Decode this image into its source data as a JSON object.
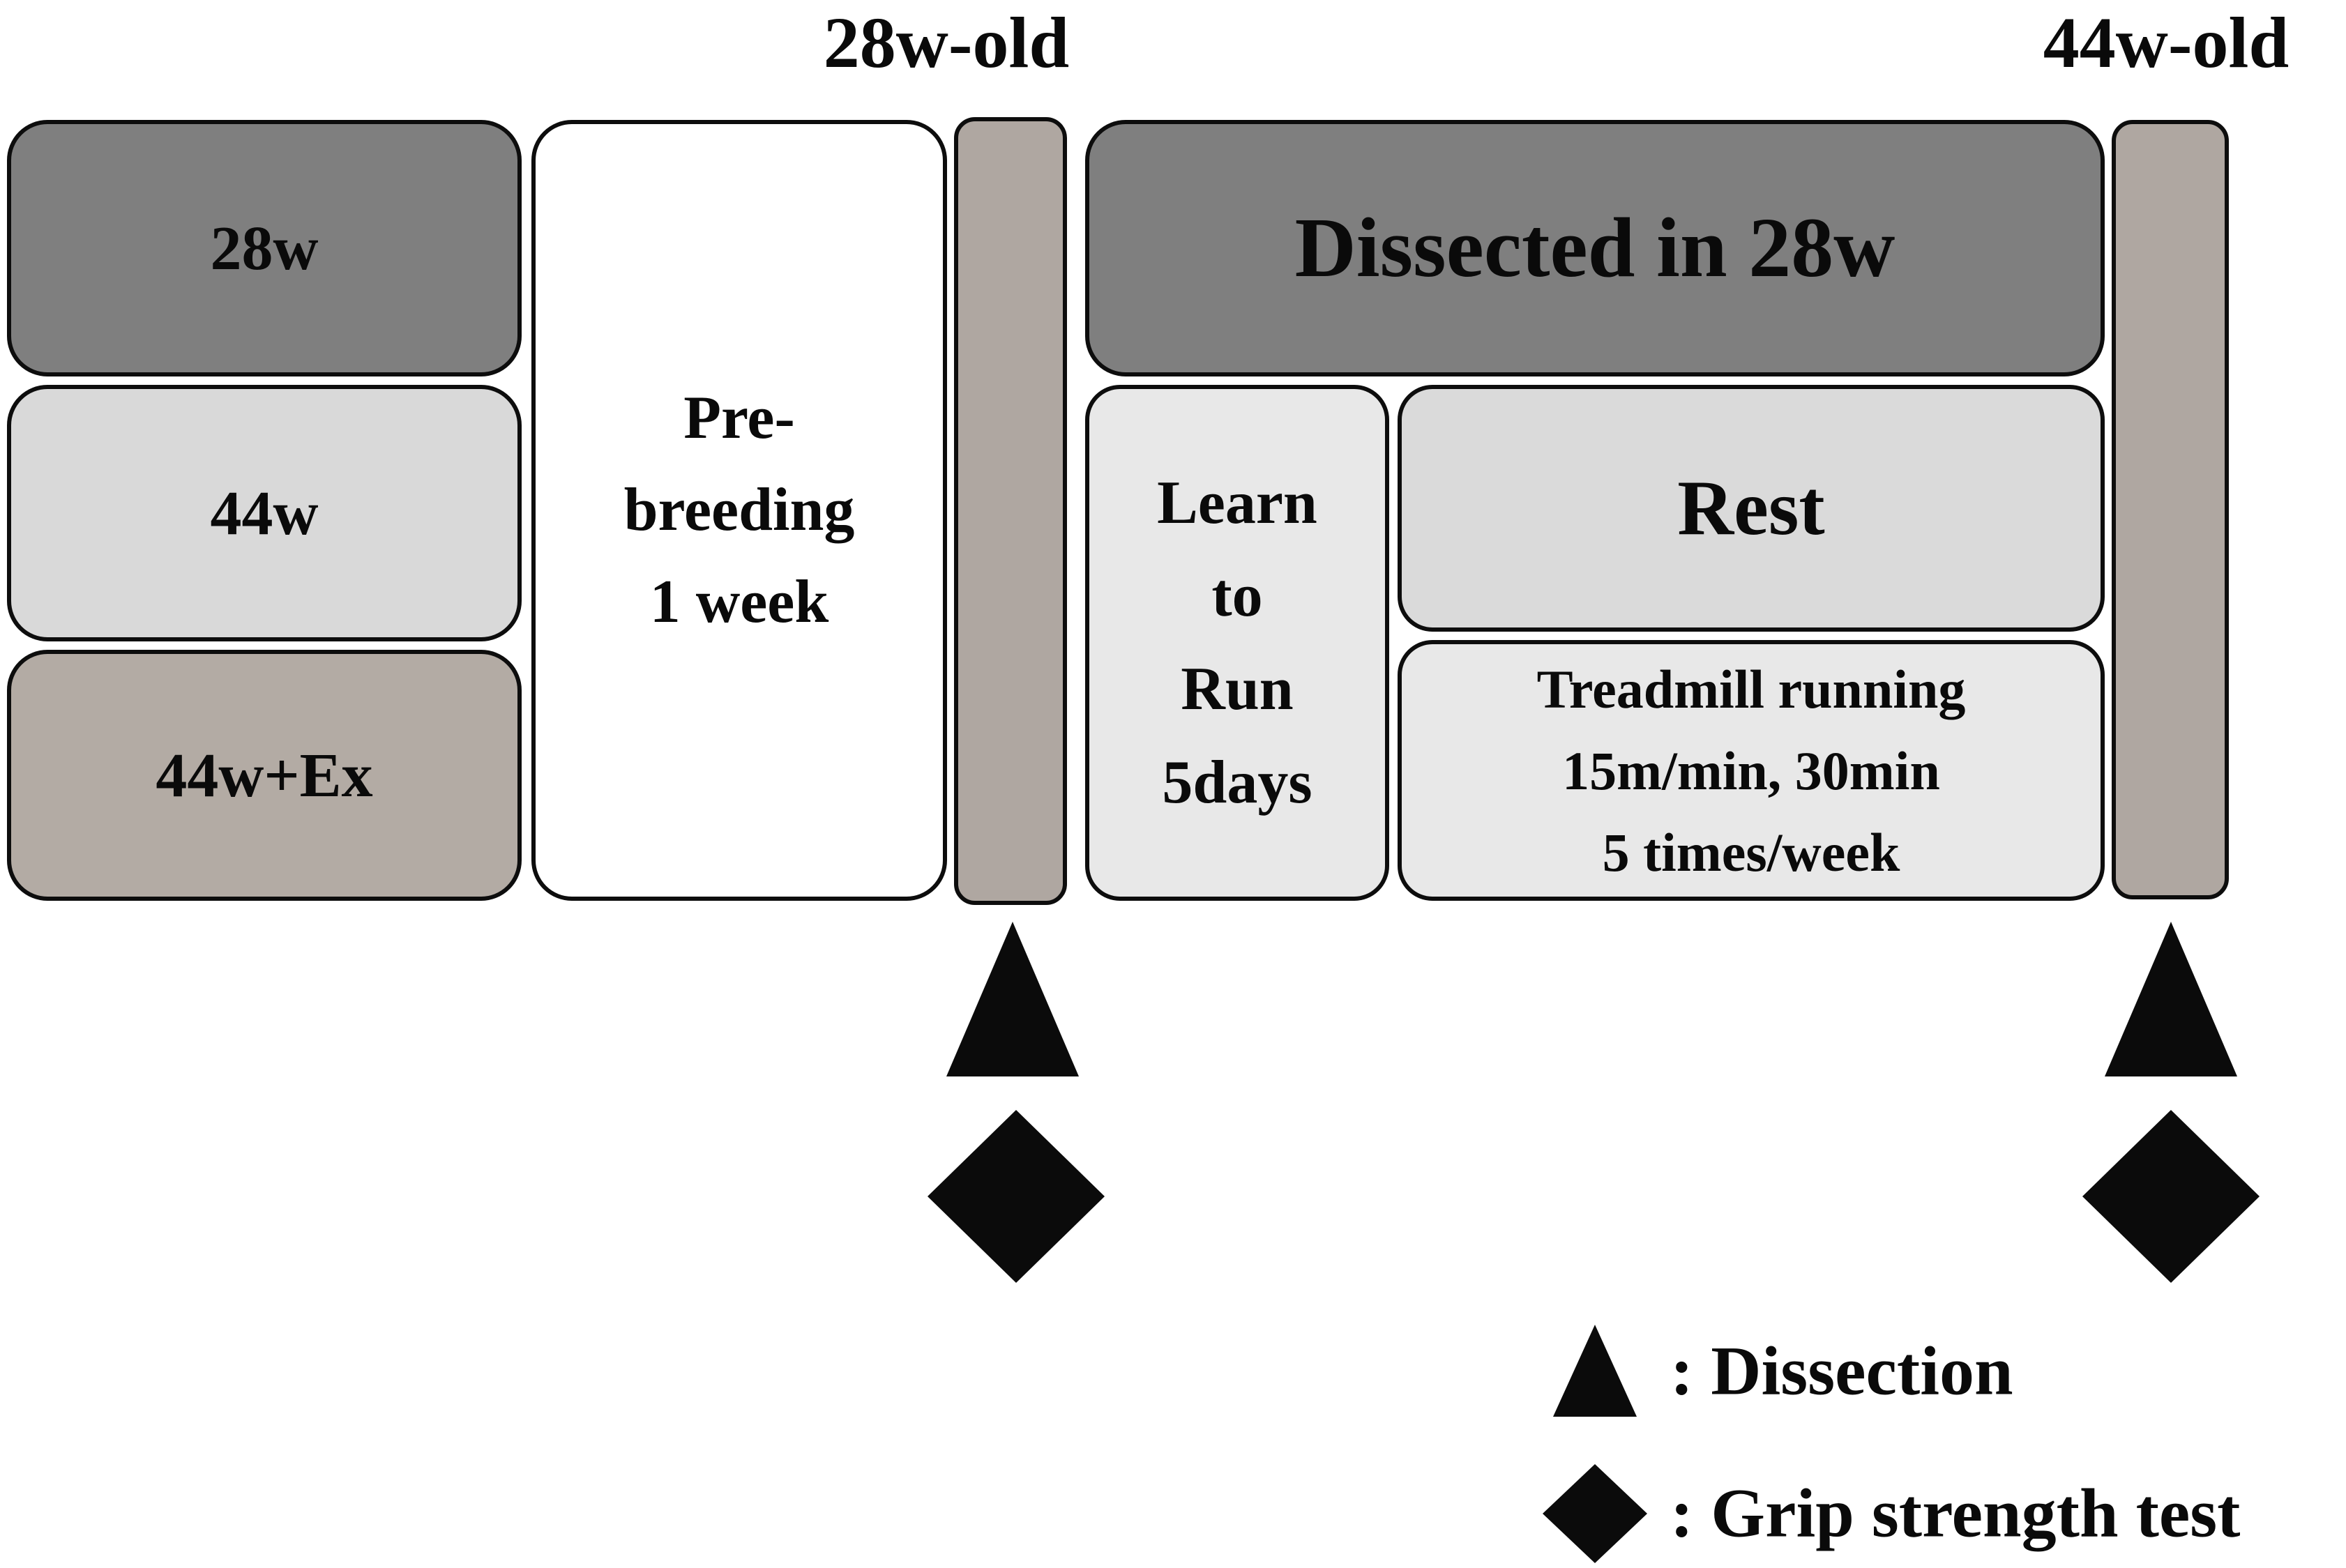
{
  "diagram": {
    "age_labels": {
      "left": "28w-old",
      "right": "44w-old"
    },
    "groups": [
      {
        "label": "28w"
      },
      {
        "label": "44w"
      },
      {
        "label": "44w+Ex"
      }
    ],
    "pre_breeding": {
      "lines": [
        "Pre-",
        "breeding",
        "1 week"
      ]
    },
    "dissected": {
      "label": "Dissected in 28w"
    },
    "learn_to_run": {
      "lines": [
        "Learn",
        "to",
        "Run",
        "5days"
      ]
    },
    "rest": {
      "label": "Rest"
    },
    "treadmill": {
      "lines": [
        "Treadmill running",
        "15m/min, 30min",
        "5 times/week"
      ]
    },
    "legend": {
      "dissection": ": Dissection",
      "grip": ": Grip strength test"
    }
  },
  "colors": {
    "dark-gray": "#7f7f7f",
    "light-gray": "#d9d9d9",
    "taupe-gray": "#b3aba4",
    "bar-gray": "#afa7a1",
    "pale-gray": "#e8e8e8",
    "rest-gray": "#dadada",
    "marker-black": "#0b0b0b",
    "border-black": "#0d0d0d"
  }
}
